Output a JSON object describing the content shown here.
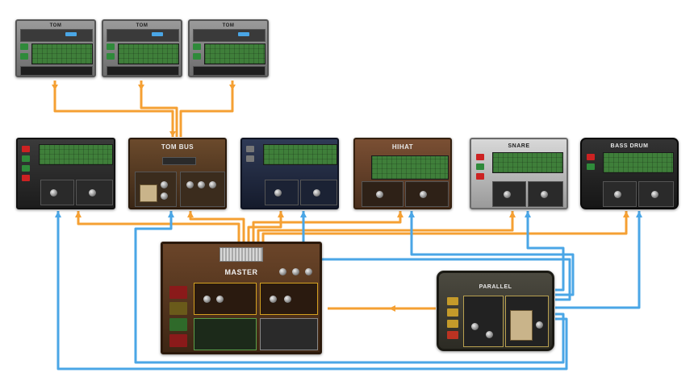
{
  "modules": {
    "tom1": {
      "title": "TOM"
    },
    "tom2": {
      "title": "TOM"
    },
    "tom3": {
      "title": "TOM"
    },
    "fx1": {
      "title": ""
    },
    "tombus": {
      "title": "TOM BUS"
    },
    "fx3": {
      "title": ""
    },
    "hihat": {
      "title": "HIHAT"
    },
    "snare": {
      "title": "SNARE"
    },
    "bassdrum": {
      "title": "BASS DRUM"
    },
    "master": {
      "title": "MASTER"
    },
    "parallel": {
      "title": "PARALLEL"
    }
  },
  "colors": {
    "orange_wire": "#f5a033",
    "blue_wire": "#4aa6e6"
  }
}
